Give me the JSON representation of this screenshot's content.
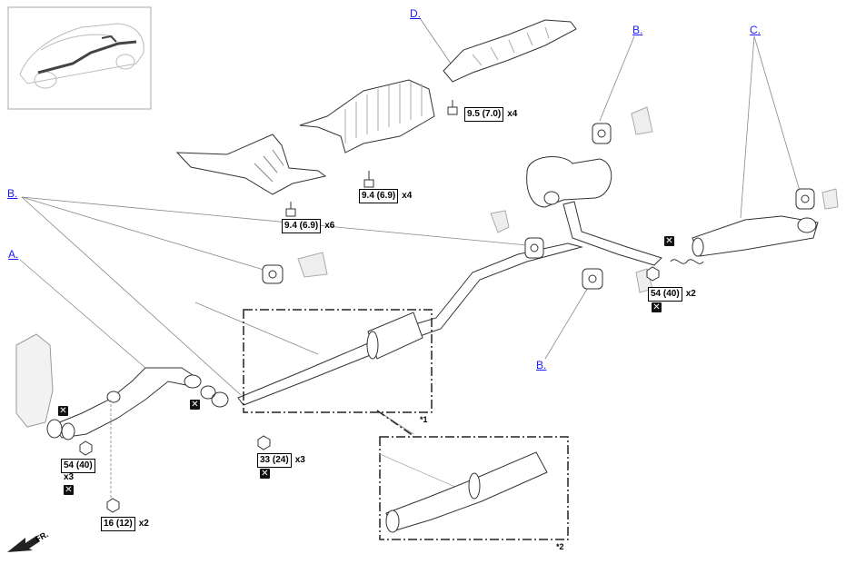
{
  "callouts": {
    "a": "A.",
    "b_left": "B.",
    "b_top": "B.",
    "b_bottom": "B.",
    "c": "C.",
    "d": "D."
  },
  "torques": {
    "t1": {
      "value": "9.5 (7.0)",
      "qty": "x4"
    },
    "t2": {
      "value": "9.4 (6.9)",
      "qty": "x4"
    },
    "t3": {
      "value": "9.4 (6.9)",
      "qty": "x6"
    },
    "t4": {
      "value": "54 (40)",
      "qty": "x2"
    },
    "t5": {
      "value": "33 (24)",
      "qty": "x3"
    },
    "t6": {
      "value": "54 (40)",
      "qty": "x3"
    },
    "t7": {
      "value": "16 (12)",
      "qty": "x2"
    }
  },
  "detail_refs": {
    "r1": "*1",
    "r2": "*2"
  },
  "front_indicator": "FR.",
  "replace_mark": "✕",
  "colors": {
    "link": "#1a1aff",
    "line": "#333333",
    "leader": "#999999"
  }
}
